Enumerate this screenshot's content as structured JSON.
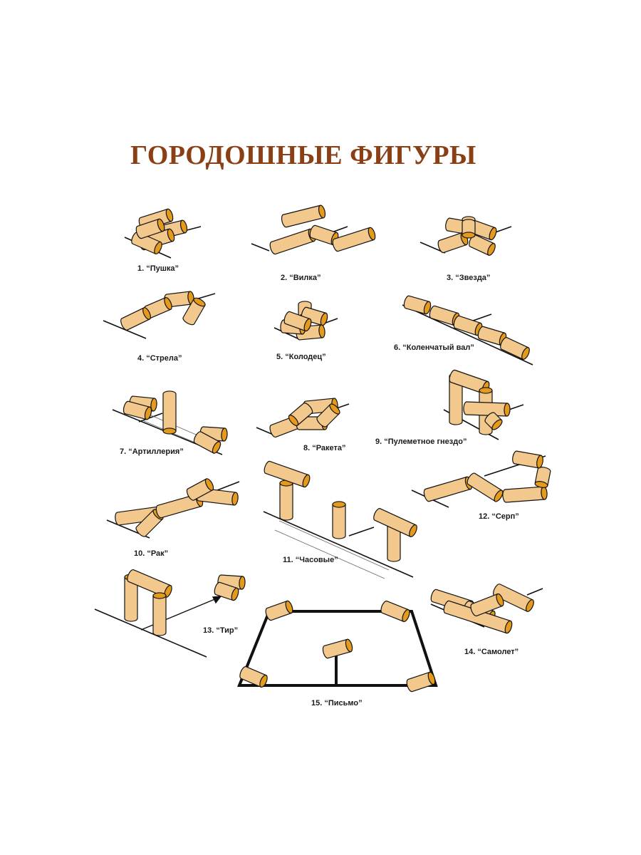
{
  "title": "ГОРОДОШНЫЕ ФИГУРЫ",
  "colors": {
    "title": "#8a3f14",
    "stick_body": "#f2c88c",
    "stick_end": "#e49a1a",
    "line": "#111111"
  },
  "figures": [
    {
      "label": "1. “Пушка”"
    },
    {
      "label": "2. “Вилка”"
    },
    {
      "label": "3. “Звезда”"
    },
    {
      "label": "4. “Стрела”"
    },
    {
      "label": "5. “Колодец”"
    },
    {
      "label": "6. “Коленчатый вал”"
    },
    {
      "label": "7. “Артиллерия”"
    },
    {
      "label": "8. “Ракета”"
    },
    {
      "label": "9. “Пулеметное гнездо”"
    },
    {
      "label": "10. “Рак”"
    },
    {
      "label": "11. “Часовые”"
    },
    {
      "label": "12. “Серп”"
    },
    {
      "label": "13. “Тир”"
    },
    {
      "label": "14. “Самолет”"
    },
    {
      "label": "15. “Письмо”"
    }
  ]
}
